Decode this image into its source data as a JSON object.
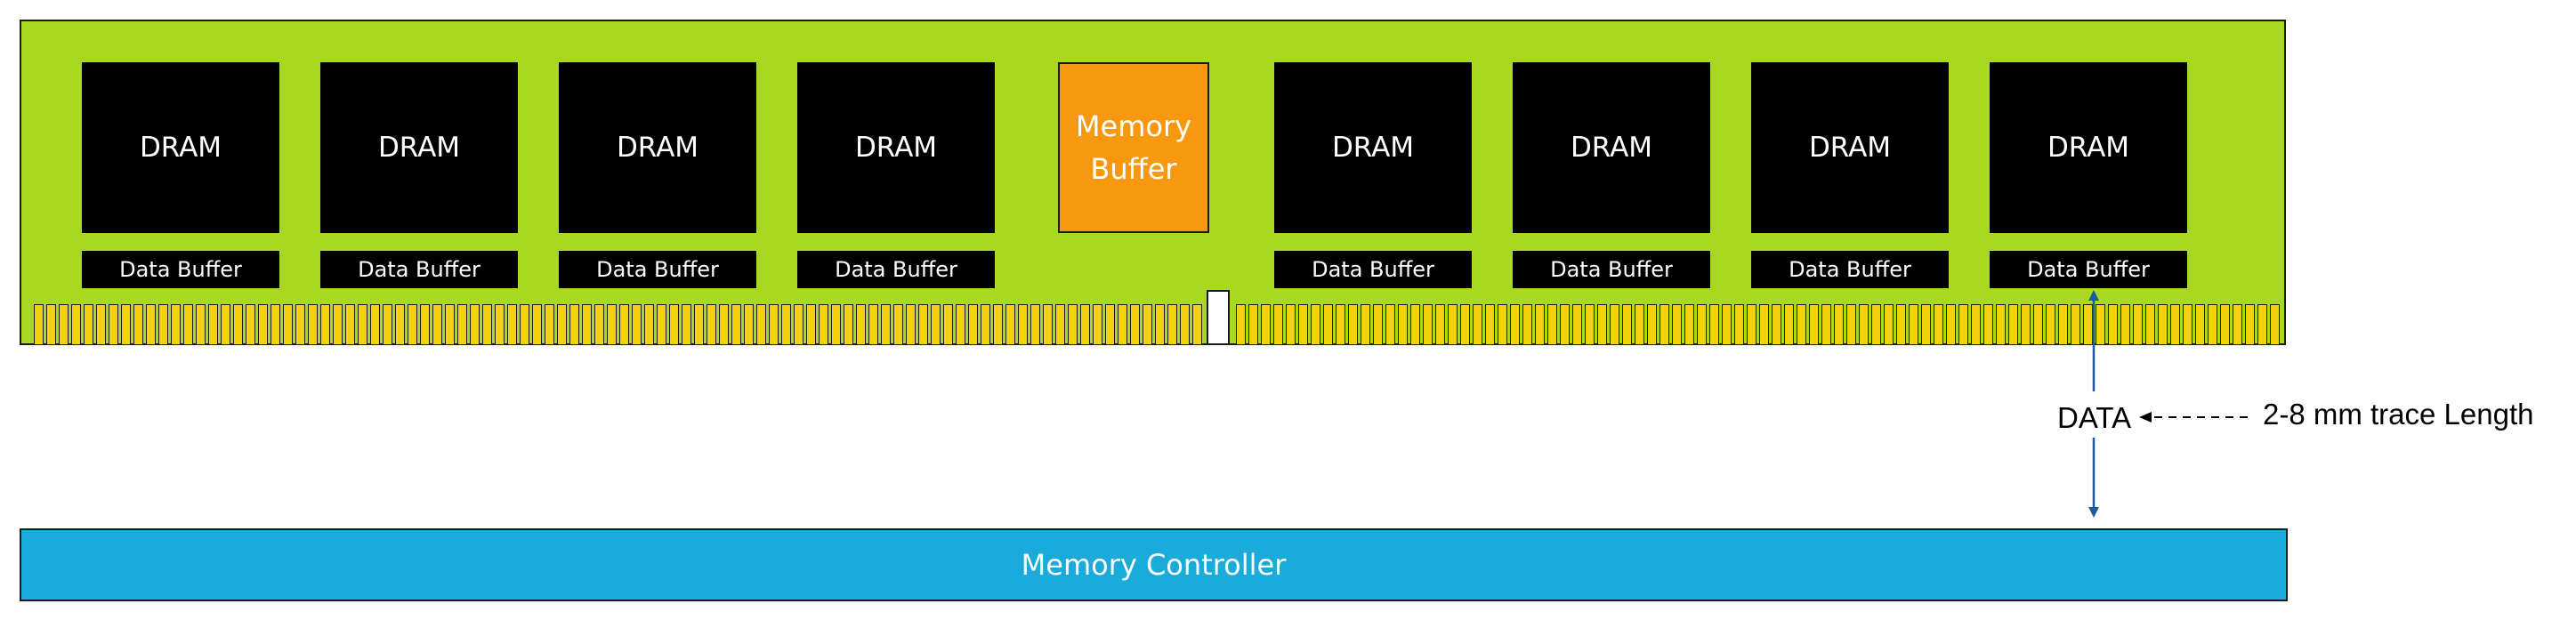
{
  "module": {
    "drams": [
      "DRAM",
      "DRAM",
      "DRAM",
      "DRAM",
      "DRAM",
      "DRAM",
      "DRAM",
      "DRAM"
    ],
    "data_buffers": [
      "Data Buffer",
      "Data Buffer",
      "Data Buffer",
      "Data Buffer",
      "Data Buffer",
      "Data Buffer",
      "Data Buffer",
      "Data Buffer"
    ],
    "memory_buffer": {
      "line1": "Memory",
      "line2": "Buffer"
    }
  },
  "controller": {
    "label": "Memory Controller"
  },
  "annotations": {
    "data": "DATA",
    "trace": "2-8 mm trace Length"
  },
  "colors": {
    "board": "#a8d920",
    "memory_buffer": "#f7980f",
    "controller": "#1aabdb",
    "pins": "#f2d20c",
    "arrow": "#1f5aa0"
  }
}
